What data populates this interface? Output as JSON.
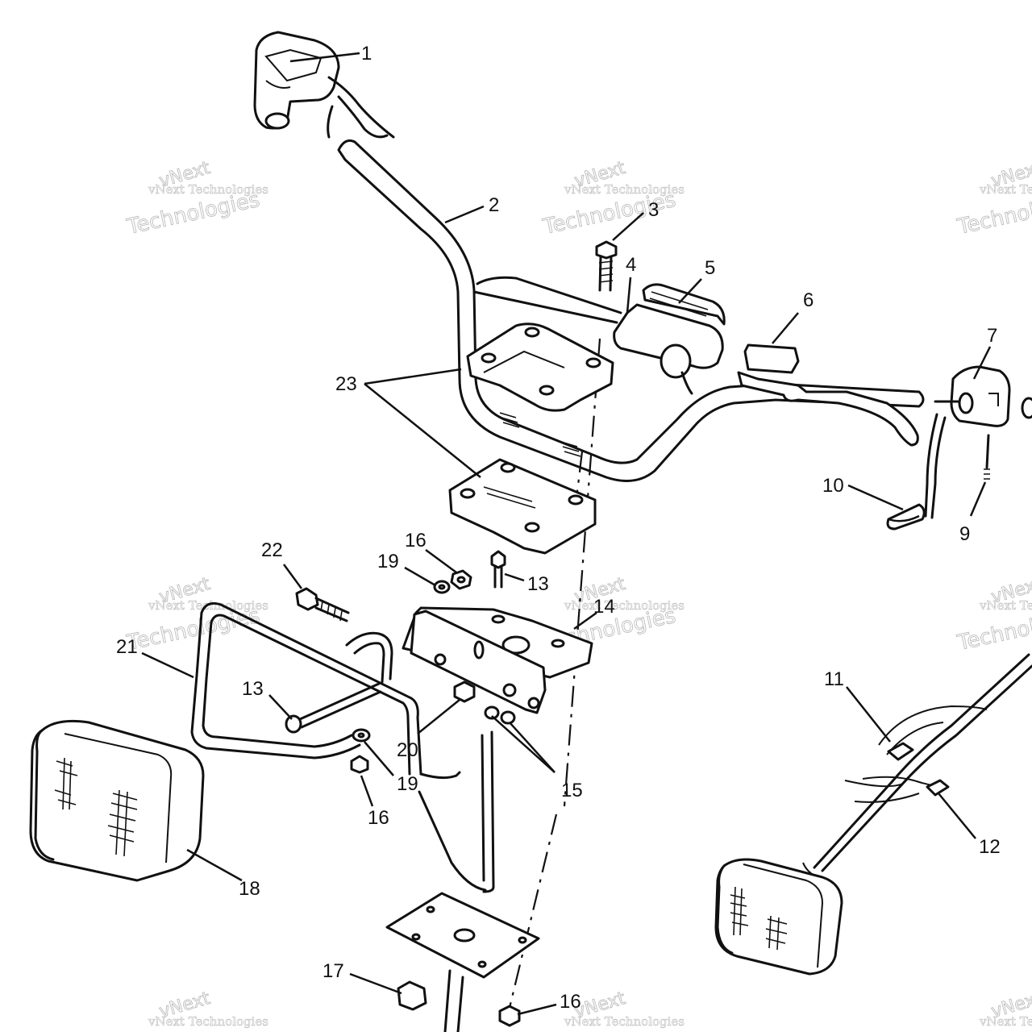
{
  "watermark": {
    "brand": "vNext",
    "line": "vNext Technologies",
    "word": "Technologies"
  },
  "callouts": [
    "1",
    "2",
    "3",
    "4",
    "5",
    "6",
    "7",
    "9",
    "10",
    "11",
    "12",
    "13",
    "13",
    "14",
    "15",
    "16",
    "16",
    "16",
    "17",
    "18",
    "19",
    "19",
    "20",
    "21",
    "22",
    "23"
  ]
}
